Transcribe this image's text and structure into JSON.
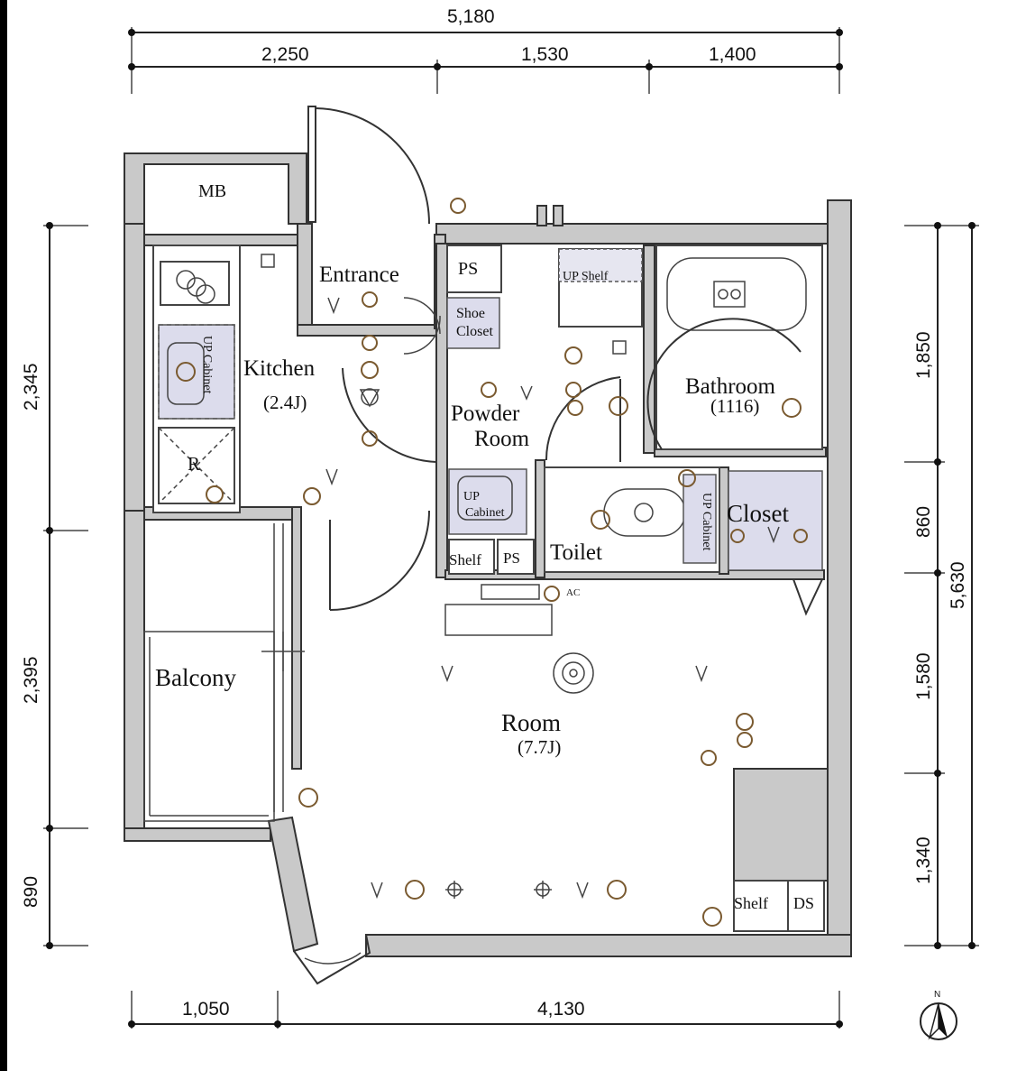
{
  "dimensions": {
    "top_total": "5,180",
    "top_segments": [
      "2,250",
      "1,530",
      "1,400"
    ],
    "bottom_segments": [
      "1,050",
      "4,130"
    ],
    "left_segments": [
      "2,345",
      "2,395",
      "890"
    ],
    "right_segments": [
      "1,850",
      "860",
      "1,580",
      "1,340"
    ],
    "right_total": "5,630"
  },
  "rooms": {
    "mb": "MB",
    "entrance": "Entrance",
    "ps_top": "PS",
    "shoe_closet_line1": "Shoe",
    "shoe_closet_line2": "Closet",
    "up_shelf": "UP Shelf",
    "kitchen": "Kitchen",
    "kitchen_size": "(2.4J)",
    "up_cabinet_kitchen": "UP Cabinet",
    "refrigerator": "R",
    "powder_room_line1": "Powder",
    "powder_room_line2": "Room",
    "bathroom": "Bathroom",
    "bathroom_size": "(1116)",
    "up_cabinet_powder_line1": "UP",
    "up_cabinet_powder_line2": "Cabinet",
    "toilet": "Toilet",
    "up_cabinet_toilet": "UP Cabinet",
    "closet": "Closet",
    "shelf_small": "Shelf",
    "ps_small": "PS",
    "balcony": "Balcony",
    "room": "Room",
    "room_size": "(7.7J)",
    "shelf_bottom": "Shelf",
    "ds": "DS",
    "ac": "AC"
  },
  "compass": {
    "north": "N"
  }
}
